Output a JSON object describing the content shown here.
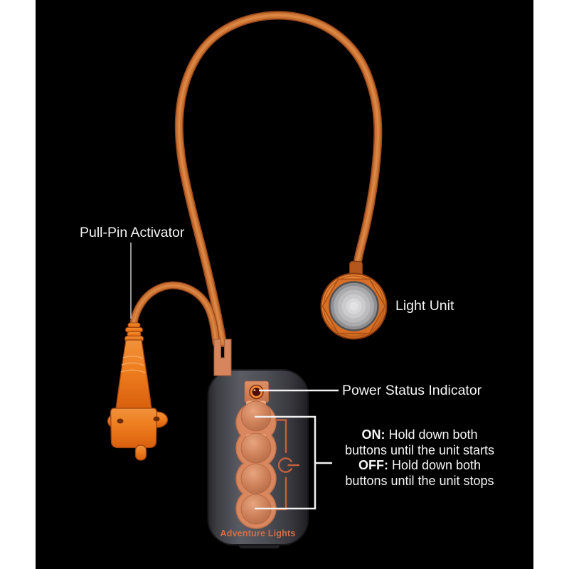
{
  "figure": {
    "background": "#000000",
    "margin_color": "#ffffff"
  },
  "labels": {
    "pull_pin_activator": "Pull-Pin Activator",
    "light_unit": "Light Unit",
    "power_status_indicator": "Power Status Indicator",
    "brand": "Adventure Lights"
  },
  "instructions": {
    "lines": [
      {
        "bold": "ON:",
        "text": " Hold down both"
      },
      {
        "bold": "",
        "text": "buttons until the unit starts"
      },
      {
        "bold": "OFF:",
        "text": " Hold down both"
      },
      {
        "bold": "",
        "text": "buttons until the unit stops"
      }
    ]
  },
  "icons": {
    "power_symbol": "power-standby-icon"
  },
  "colors": {
    "cable_orange": "#cd7434",
    "cable_outline": "#9c4a1c",
    "plug_orange": "#ee7d1e",
    "body_gray": "#505058",
    "button_pad_salmon": "#d8875f",
    "knob_salmon": "#c97a55",
    "indicator_red": "#4f0d0d",
    "indicator_ring_orange": "#f0883a",
    "bracket_orange": "#c2603c",
    "callout_white": "#f2f2f2",
    "lens_gray": "#b9b9bc"
  }
}
